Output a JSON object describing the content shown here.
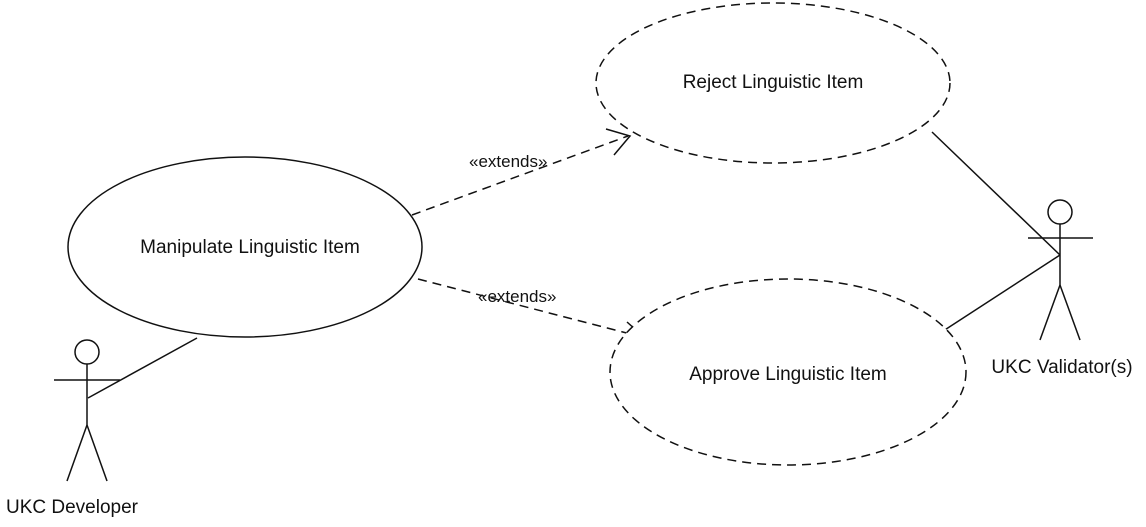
{
  "diagram": {
    "use_cases": {
      "reject": "Reject Linguistic Item",
      "manipulate": "Manipulate Linguistic Item",
      "approve": "Approve Linguistic Item"
    },
    "actors": {
      "developer": "UKC Developer",
      "validator": "UKC Validator(s)"
    },
    "relations": {
      "extends_to_reject": "«extends»",
      "extends_to_approve": "«extends»"
    }
  }
}
